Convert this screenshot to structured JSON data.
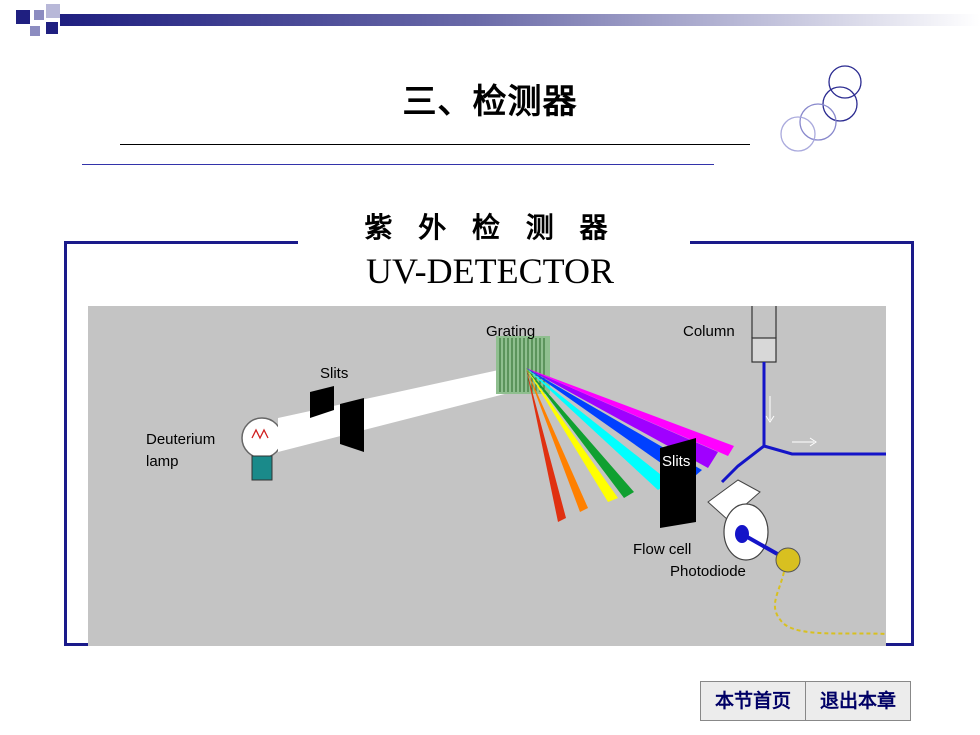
{
  "slide": {
    "title": "三、检测器",
    "subtitle": "紫 外 检 测 器",
    "subtitle_en": "UV-DETECTOR"
  },
  "diagram": {
    "labels": {
      "grating": "Grating",
      "column": "Column",
      "slits_left": "Slits",
      "slits_right": "Slits",
      "deuterium": "Deuterium",
      "lamp": "lamp",
      "flow_cell": "Flow cell",
      "photodiode": "Photodiode"
    },
    "spectrum_colors": [
      "#e03010",
      "#ff8000",
      "#ffff00",
      "#10a030",
      "#00ffff",
      "#0040ff",
      "#a000ff",
      "#ff00ff"
    ],
    "background": "#c4c4c4",
    "frame_color": "#1a1a8a"
  },
  "nav": {
    "home_label": "本节首页",
    "exit_label": "退出本章"
  }
}
